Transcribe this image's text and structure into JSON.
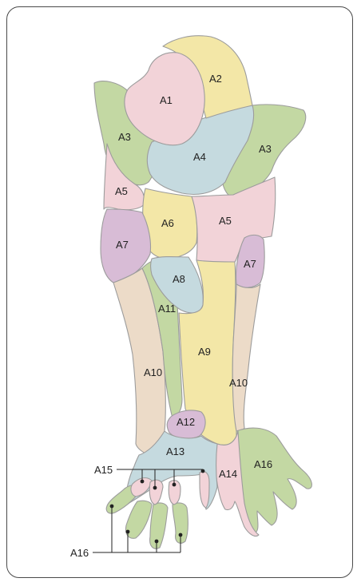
{
  "colors": {
    "pink": "#f2d3d8",
    "yellow": "#f3e7a7",
    "green": "#c3d8a3",
    "blue": "#c5dadf",
    "purple": "#d8bcd6",
    "beige": "#ecdbc8"
  },
  "regions": {
    "a1": "A1",
    "a2": "A2",
    "a3_left": "A3",
    "a3_right": "A3",
    "a4": "A4",
    "a5_left": "A5",
    "a5_right": "A5",
    "a6": "A6",
    "a7_left": "A7",
    "a7_right": "A7",
    "a8": "A8",
    "a9": "A9",
    "a10_left": "A10",
    "a10_right": "A10",
    "a11": "A11",
    "a12": "A12",
    "a13": "A13",
    "a14": "A14",
    "a15": "A15",
    "a16_hand": "A16",
    "a16_callout": "A16"
  }
}
